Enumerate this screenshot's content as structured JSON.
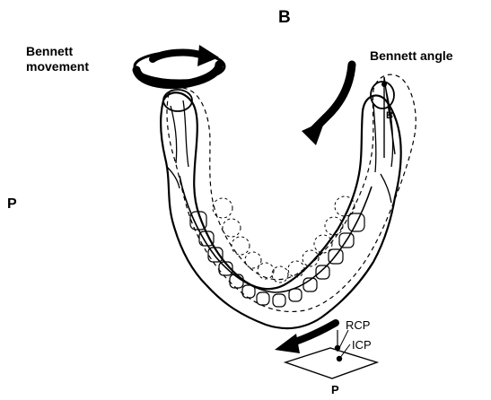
{
  "figure": {
    "panel_label": "B",
    "labels": {
      "bennett_movement_line1": "Bennett",
      "bennett_movement_line2": "movement",
      "bennett_angle": "Bennett angle",
      "p_left": "P",
      "rcp": "RCP",
      "icp": "ICP",
      "p_bottom": "P",
      "condyle_marker": "B"
    },
    "colors": {
      "ink": "#000000",
      "background": "#ffffff"
    },
    "icons": [
      "rotation-arrow-icon",
      "curved-down-arrow-icon",
      "lateral-shift-arrow-icon"
    ]
  }
}
